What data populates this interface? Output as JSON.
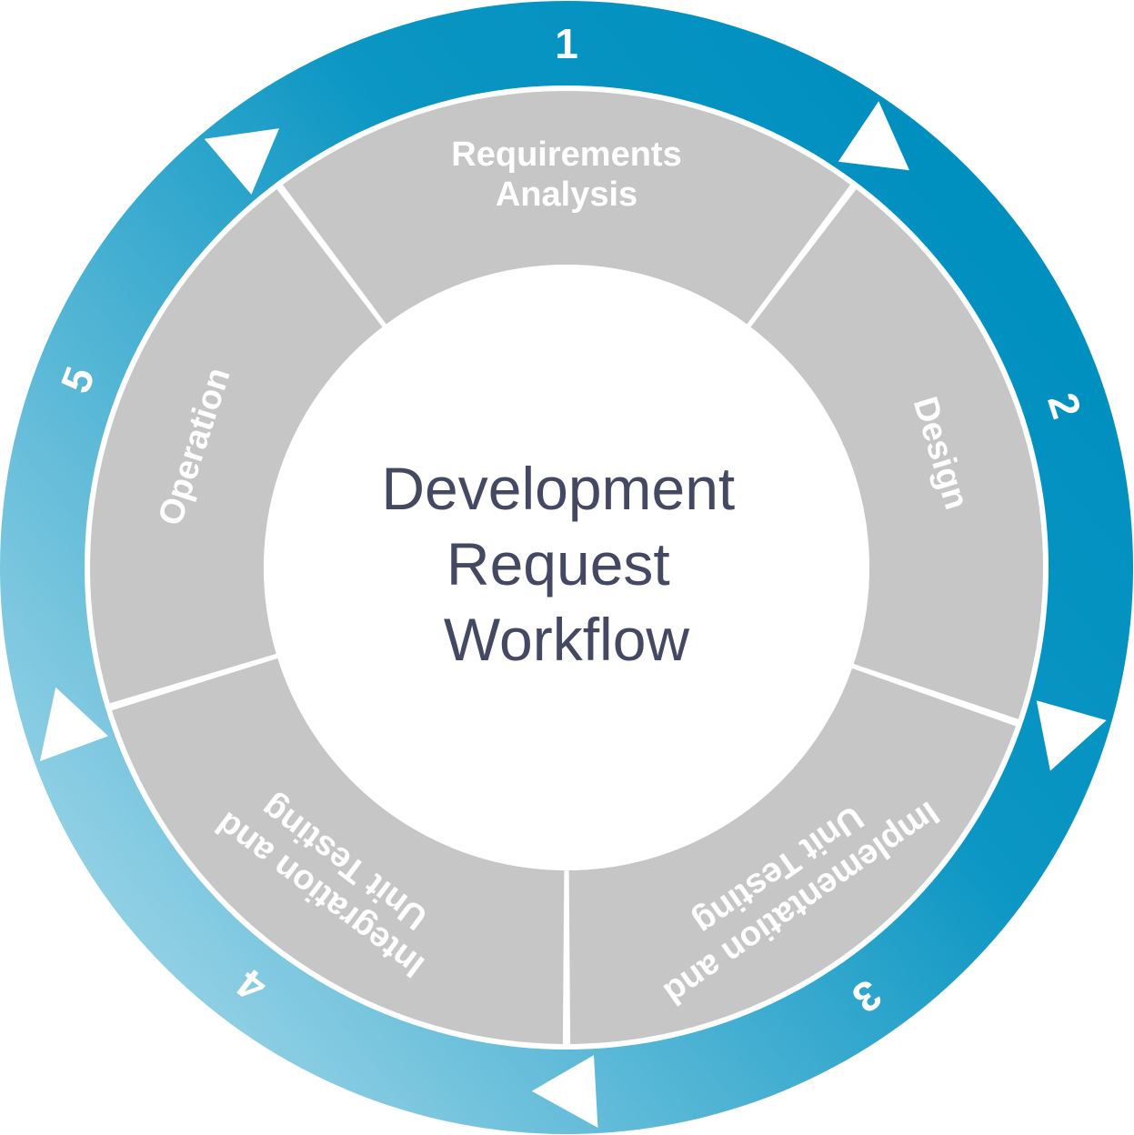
{
  "title": {
    "lines": [
      "Development",
      "Request",
      "Workflow"
    ]
  },
  "steps": [
    {
      "number": "1",
      "label": [
        "Requirements",
        "Analysis"
      ]
    },
    {
      "number": "2",
      "label": [
        "Design"
      ]
    },
    {
      "number": "3",
      "label": [
        "Implementation and",
        "Unit Testing"
      ]
    },
    {
      "number": "4",
      "label": [
        "Integration and",
        "Unit Testing"
      ]
    },
    {
      "number": "5",
      "label": [
        "Operation"
      ]
    }
  ],
  "colors": {
    "ring_dark": "#0090c0",
    "ring_light": "#8fcfe4",
    "segment_fill": "#c6c6c6",
    "center_fill": "#ffffff",
    "center_text": "#454862"
  }
}
